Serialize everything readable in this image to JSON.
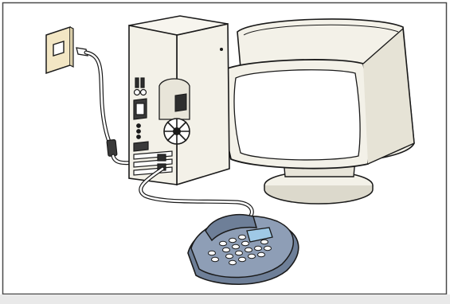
{
  "illustration": {
    "components": [
      {
        "name": "wall-phone-jack"
      },
      {
        "name": "phone-cable"
      },
      {
        "name": "computer-tower"
      },
      {
        "name": "crt-monitor"
      },
      {
        "name": "telephone"
      }
    ]
  },
  "colors": {
    "outline": "#1a1a1a",
    "case": "#f3f1e8",
    "case_shade": "#dcd9cc",
    "jack_plate": "#f2e6c4",
    "phone_body": "#8e9eb6",
    "phone_dark": "#6e7f98",
    "phone_screen": "#9fc9e6",
    "cable": "#ffffff",
    "footer_bar": "#e9e9e9",
    "frame": "#4a4a4a"
  }
}
